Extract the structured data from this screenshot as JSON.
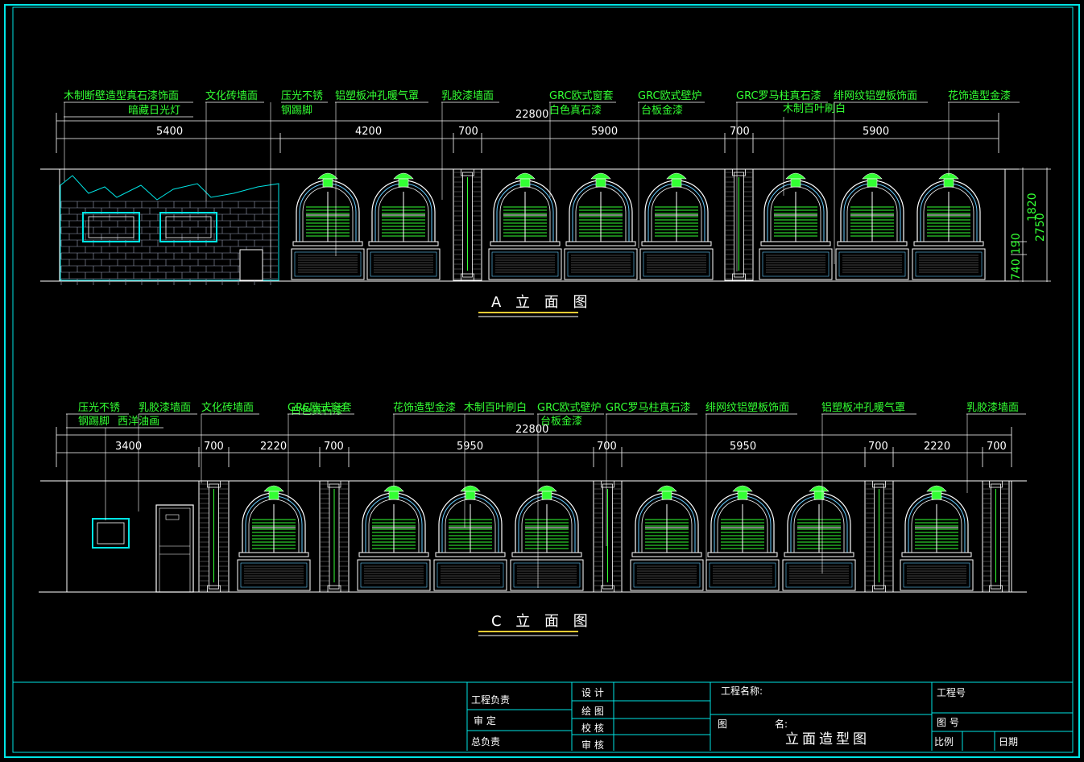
{
  "elevation_a": {
    "title": "A 立 面 图",
    "labels": [
      "木制断壁造型真石漆饰面",
      "暗藏日光灯",
      "文化砖墙面",
      "压光不锈",
      "钢踢脚",
      "铝塑板冲孔暖气罩",
      "乳胶漆墙面",
      "GRC欧式窗套",
      "白色真石漆",
      "GRC欧式壁炉",
      "台板金漆",
      "GRC罗马柱真石漆",
      "绯网纹铝塑板饰面",
      "木制百叶刷白",
      "花饰造型金漆"
    ],
    "total_dim": "22800",
    "dims": [
      "5400",
      "4200",
      "700",
      "5900",
      "700",
      "5900"
    ],
    "vdims": [
      "1820",
      "2750",
      "190",
      "740"
    ]
  },
  "elevation_c": {
    "title": "C 立 面 图",
    "labels": [
      "压光不锈",
      "钢踢脚",
      "乳胶漆墙面",
      "西洋油画",
      "文化砖墙面",
      "GRC欧式窗套",
      "白色真石漆",
      "花饰造型金漆",
      "木制百叶刷白",
      "GRC欧式壁炉",
      "台板金漆",
      "GRC罗马柱真石漆",
      "绯网纹铝塑板饰面",
      "铝塑板冲孔暖气罩",
      "乳胶漆墙面"
    ],
    "total_dim": "22800",
    "dims": [
      "3400",
      "700",
      "2220",
      "700",
      "5950",
      "700",
      "5950",
      "700",
      "2220",
      "700"
    ]
  },
  "title_block": {
    "project_lead": "工程负责",
    "approve": "审  定",
    "chief": "总负责",
    "design": "设  计",
    "draw": "绘  图",
    "check": "校  核",
    "review": "审  核",
    "project_name": "工程名称:",
    "drawing_label": "图",
    "name_label": "名:",
    "drawing_name": "立面造型图",
    "project_no": "工程号",
    "drawing_no": "图  号",
    "scale": "比例",
    "date": "日期"
  },
  "colors": {
    "border": "#00e5e5",
    "green": "#33ff33",
    "white": "#ffffff",
    "cyan": "#66ccff",
    "yellow": "#ffcc33"
  }
}
